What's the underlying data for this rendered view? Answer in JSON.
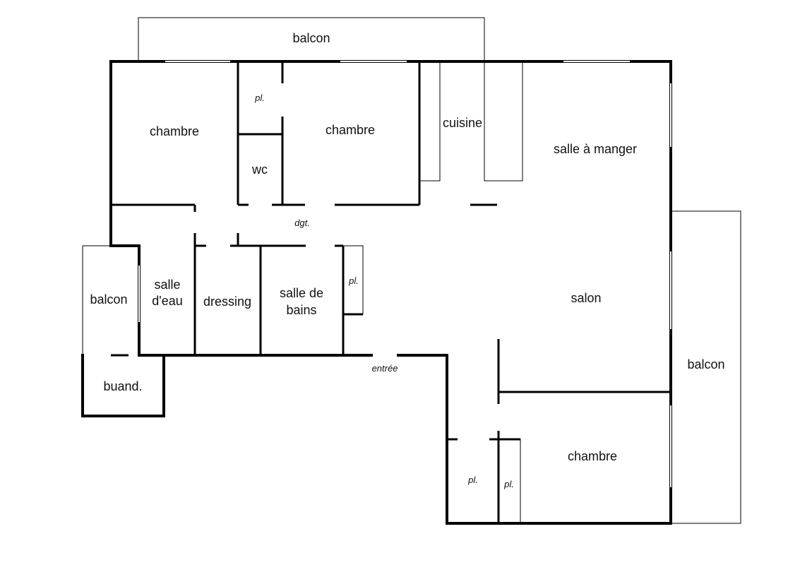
{
  "rooms": {
    "balcon_top": "balcon",
    "chambre_nw": "chambre",
    "placard_top": "pl.",
    "chambre_n": "chambre",
    "wc": "wc",
    "cuisine": "cuisine",
    "salle_a_manger": "salle à manger",
    "degagement": "dgt.",
    "balcon_west": "balcon",
    "salle_eau_1": "salle",
    "salle_eau_2": "d'eau",
    "dressing": "dressing",
    "salle_bains_1": "salle de",
    "salle_bains_2": "bains",
    "placard_bath": "pl.",
    "salon": "salon",
    "balcon_east": "balcon",
    "buanderie": "buand.",
    "entree": "entrée",
    "chambre_se": "chambre",
    "placard_se_1": "pl.",
    "placard_se_2": "pl."
  }
}
